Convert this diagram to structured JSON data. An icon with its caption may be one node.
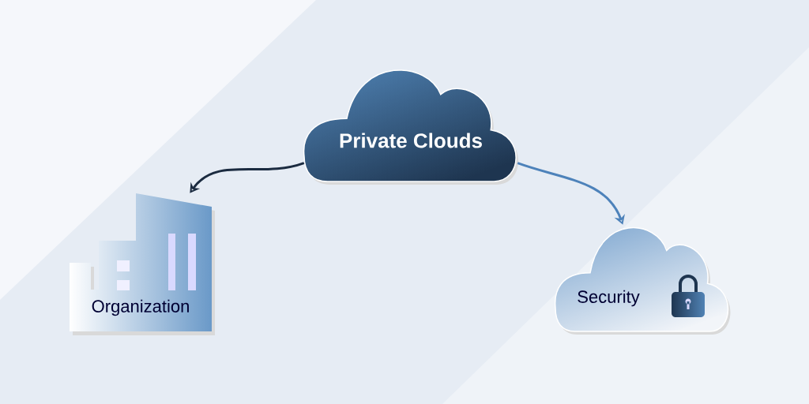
{
  "diagram": {
    "nodes": [
      {
        "text": [
          "Private Clouds"
        ]
      },
      {
        "text": [
          "Organization"
        ]
      },
      {
        "text": [
          "Security"
        ]
      }
    ],
    "edges": [
      {
        "from": 0,
        "to": 1,
        "arrow": "to",
        "color": "#1b2b40"
      },
      {
        "from": 0,
        "to": 2,
        "arrow": "to",
        "color": "#4d82ba"
      }
    ]
  }
}
